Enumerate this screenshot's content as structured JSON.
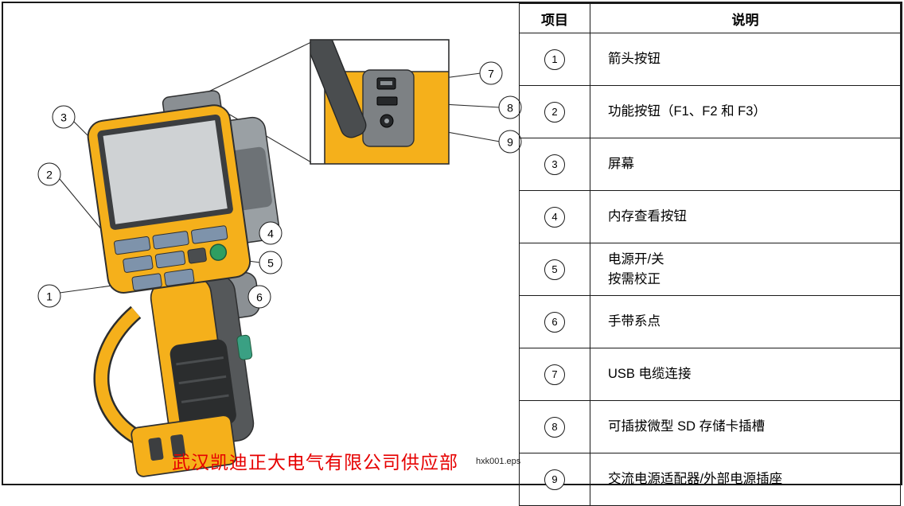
{
  "colors": {
    "body_yellow": "#F5B01B",
    "grip_dark_gray": "#55585A",
    "button_blue": "#7E93AB",
    "power_green": "#2E9E62",
    "strap_lug_teal": "#3AA083",
    "watermark_red": "#E60000",
    "line_black": "#1A1A1A"
  },
  "legend": {
    "headers": {
      "item": "项目",
      "desc": "说明"
    },
    "rows": [
      {
        "num": "1",
        "desc": "箭头按钮"
      },
      {
        "num": "2",
        "desc": "功能按钮（F1、F2 和 F3）"
      },
      {
        "num": "3",
        "desc": "屏幕"
      },
      {
        "num": "4",
        "desc": "内存查看按钮"
      },
      {
        "num": "5",
        "desc": "电源开/关\n按需校正"
      },
      {
        "num": "6",
        "desc": "手带系点"
      },
      {
        "num": "7",
        "desc": "USB 电缆连接"
      },
      {
        "num": "8",
        "desc": "可插拔微型 SD 存储卡插槽"
      },
      {
        "num": "9",
        "desc": "交流电源适配器/外部电源插座"
      }
    ]
  },
  "diagram": {
    "callouts": [
      "1",
      "2",
      "3",
      "4",
      "5",
      "6",
      "7",
      "8",
      "9"
    ],
    "watermark": "武汉凯迪正大电气有限公司供应部",
    "figure_id": "hxk001.eps"
  }
}
